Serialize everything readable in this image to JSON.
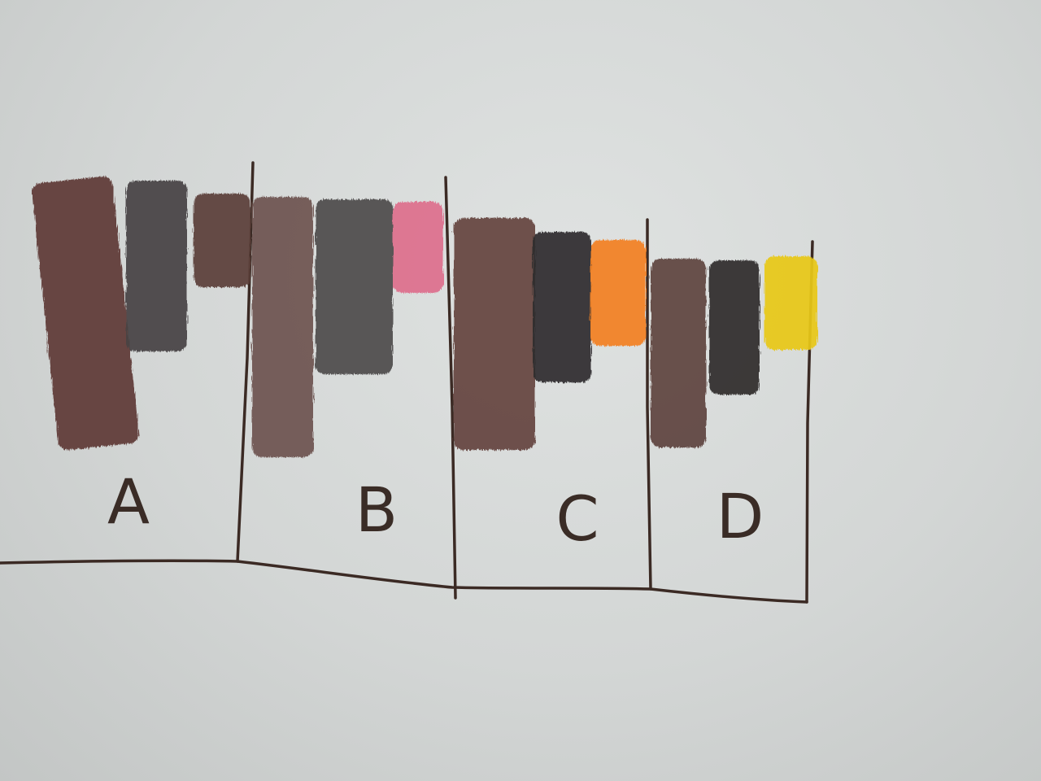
{
  "sections": [
    {
      "label": "A",
      "swatches": [
        {
          "color": "#5f3a37"
        },
        {
          "color": "#474344"
        },
        {
          "color": "#5b3e3a"
        }
      ]
    },
    {
      "label": "B",
      "swatches": [
        {
          "color": "#6e5450"
        },
        {
          "color": "#4e4c4c"
        },
        {
          "color": "#de6f8d"
        }
      ]
    },
    {
      "label": "C",
      "swatches": [
        {
          "color": "#654440"
        },
        {
          "color": "#2f2d2e"
        },
        {
          "color": "#f28022"
        }
      ]
    },
    {
      "label": "D",
      "swatches": [
        {
          "color": "#5f443f"
        },
        {
          "color": "#2e2c2d"
        },
        {
          "color": "#e8c81a"
        }
      ]
    }
  ],
  "colors": {
    "paper": "#d6d9d8",
    "ink": "#3b2a24"
  }
}
